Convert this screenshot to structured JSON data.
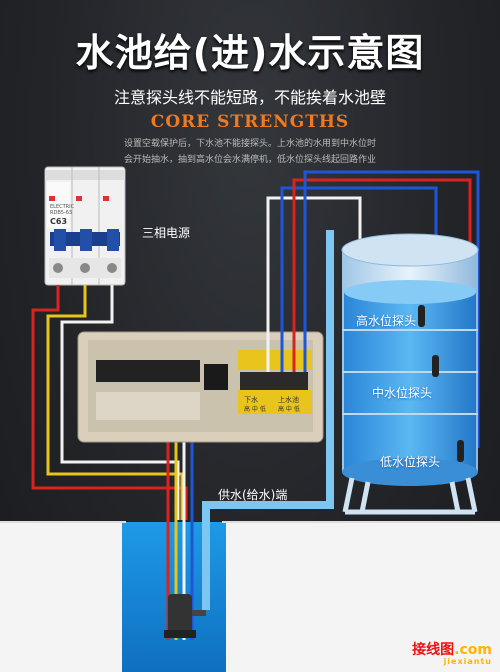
{
  "title": "水池给(进)水示意图",
  "subtitle": "注意探头线不能短路，不能挨着水池壁",
  "core": "CORE STRENGTHS",
  "description_lines": [
    "设置空载保护后，下水池不能接探头。上水池的水用到中水位时",
    "会开始抽水，抽到高水位会水满停机，低水位探头线起回路作业"
  ],
  "breaker": {
    "label": "三相电源",
    "model": "C63",
    "brand_text": "ELECTRIC",
    "small_text": "RDB5-63"
  },
  "tank_labels": {
    "high": "高水位探头",
    "mid": "中水位探头",
    "low": "低水位探头"
  },
  "supply_label": "供水(给水)端",
  "controller_terms": {
    "left": "下水",
    "left2": "高 中 低",
    "right": "上水池",
    "right2": "高 中 低"
  },
  "watermark": {
    "cn": "接线图",
    "dot": ".com",
    "en": "jiexiantu"
  },
  "colors": {
    "wire_red": "#d8231f",
    "wire_yellow": "#e8c51d",
    "wire_white": "#f2f2f2",
    "wire_blue": "#1d56d6",
    "water": "#3fa0e8",
    "accent": "#f07a20"
  }
}
